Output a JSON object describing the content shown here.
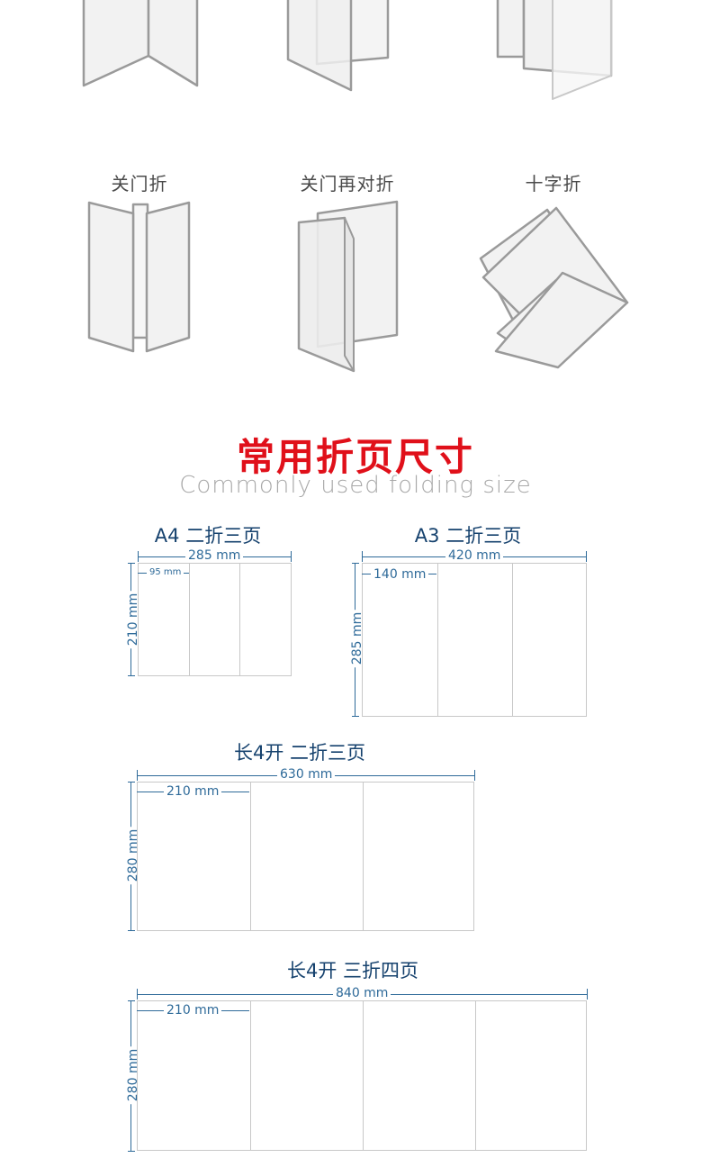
{
  "fold_types": [
    {
      "label": "关门折"
    },
    {
      "label": "关门再对折"
    },
    {
      "label": "十字折"
    }
  ],
  "section": {
    "title": "常用折页尺寸",
    "subtitle": "Commonly used folding size"
  },
  "sizes": [
    {
      "title": "A4 二折三页",
      "width": "285 mm",
      "height": "210 mm",
      "panel": "95 mm"
    },
    {
      "title": "A3 二折三页",
      "width": "420 mm",
      "height": "285 mm",
      "panel": "140 mm"
    },
    {
      "title": "长4开 二折三页",
      "width": "630 mm",
      "height": "280 mm",
      "panel": "210 mm"
    },
    {
      "title": "长4开 三折四页",
      "width": "840 mm",
      "height": "280 mm",
      "panel": "210 mm"
    }
  ],
  "colors": {
    "title_red": "#e0101a",
    "dimension_blue": "#2e6a99",
    "heading_navy": "#16426e",
    "fold_stroke": "#9a9a9a",
    "fold_fill": "#f2f2f2"
  }
}
